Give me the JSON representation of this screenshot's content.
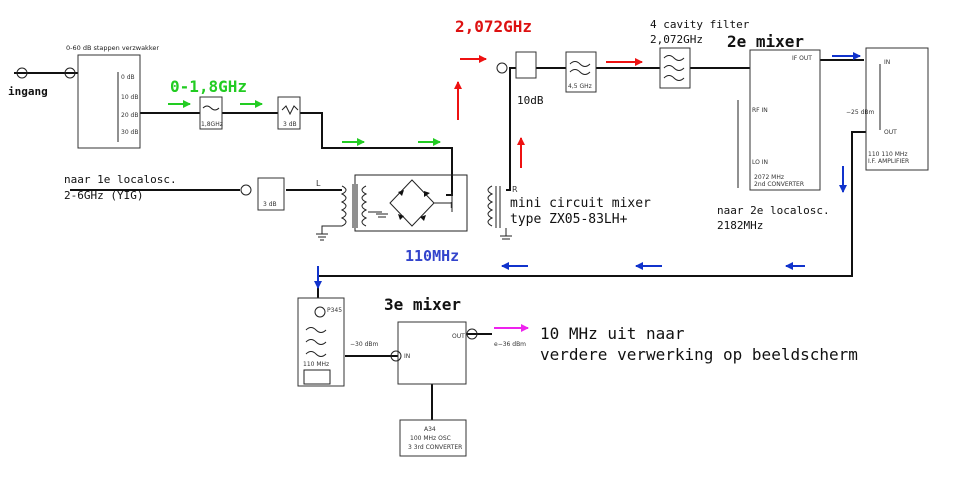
{
  "colors": {
    "green_arrow": "#22cc22",
    "red_arrow": "#ee1111",
    "blue_arrow": "#1133cc",
    "magenta_arrow": "#ee22ee",
    "red_text": "#dd1111",
    "green_text": "#22cc22",
    "blue_text": "#3344cc",
    "wire": "#111111"
  },
  "labels": {
    "atten_title": "0-60 dB stappen verzwakker",
    "ingang": "ingang",
    "band1": "0-1,8GHz",
    "freq_red": "2,072GHz",
    "db10": "10dB",
    "cavity_line1": "4 cavity filter",
    "cavity_line2": "2,072GHz",
    "mixer2": "2e mixer",
    "lo1_line1": "naar 1e localosc.",
    "lo1_line2": "2-6GHz (YIG)",
    "mixer1_line1": "mini circuit mixer",
    "mixer1_line2": "type ZX05-83LH+",
    "lo2_line1": "naar 2e localosc.",
    "lo2_line2": "2182MHz",
    "if110": "110MHz",
    "mixer3": "3e mixer",
    "out_line1": "10 MHz uit naar",
    "out_line2": "verdere verwerking op beeldscherm"
  },
  "scan_text": {
    "step0": "0 dB",
    "step10": "10 dB",
    "step20": "20 dB",
    "step30": "30 dB",
    "lpf": "1,8GHz",
    "pad3": "3 dB",
    "pad3b": "3 dB",
    "port_l": "L",
    "port_r": "R",
    "port_i": "I",
    "bpf45": "4,5 GHz",
    "if_out": "IF OUT",
    "rf_in": "RF IN",
    "lo_in": "LO IN",
    "conv_line1": "2072 MHz",
    "conv_line2": "2nd CONVERTER",
    "in2": "IN",
    "out2": "OUT",
    "lvl_25": "−25 dBm",
    "amp_line1": "110   110 MHz",
    "amp_line2": "I.F. AMPLIFIER",
    "p345": "P345",
    "bpf110": "110 MHz",
    "lvl_30": "−30 dBm",
    "in3": "IN",
    "out3": "OUT",
    "lvl_36": "e−36 dBm",
    "a34_line1": "A34",
    "a34_line2": "100 MHz OSC",
    "a34_line3": "3 3rd CONVERTER"
  }
}
